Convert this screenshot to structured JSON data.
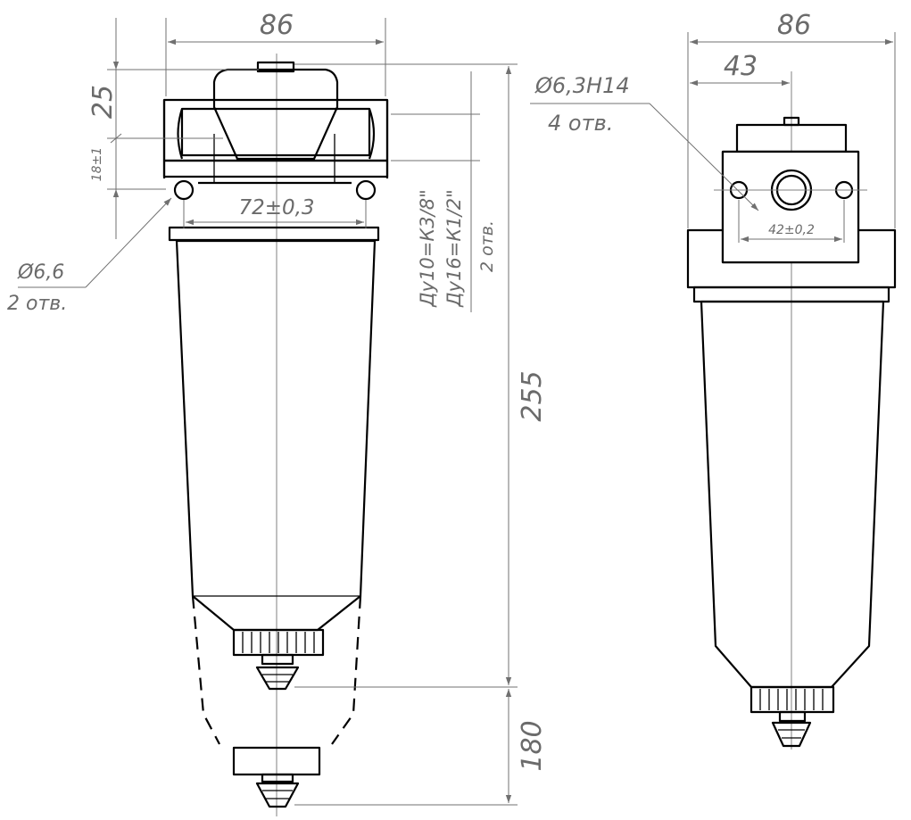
{
  "front_view": {
    "dim_width": "86",
    "dim_top_height": "25",
    "dim_port_height": "18±1",
    "dim_hole_spacing": "72±0,3",
    "hole_diameter": "Ø6,6",
    "hole_count": "2 отв.",
    "port_line_1": "Ду10=К3/8\"",
    "port_line_2": "Ду16=К1/2\"",
    "port_count": "2 отв.",
    "dim_height": "255",
    "dim_removal": "180"
  },
  "side_view": {
    "dim_width": "86",
    "dim_half_width": "43",
    "hole_diameter": "Ø6,3Н14",
    "hole_count": "4 отв.",
    "dim_hole_spacing": "42±0,2"
  }
}
